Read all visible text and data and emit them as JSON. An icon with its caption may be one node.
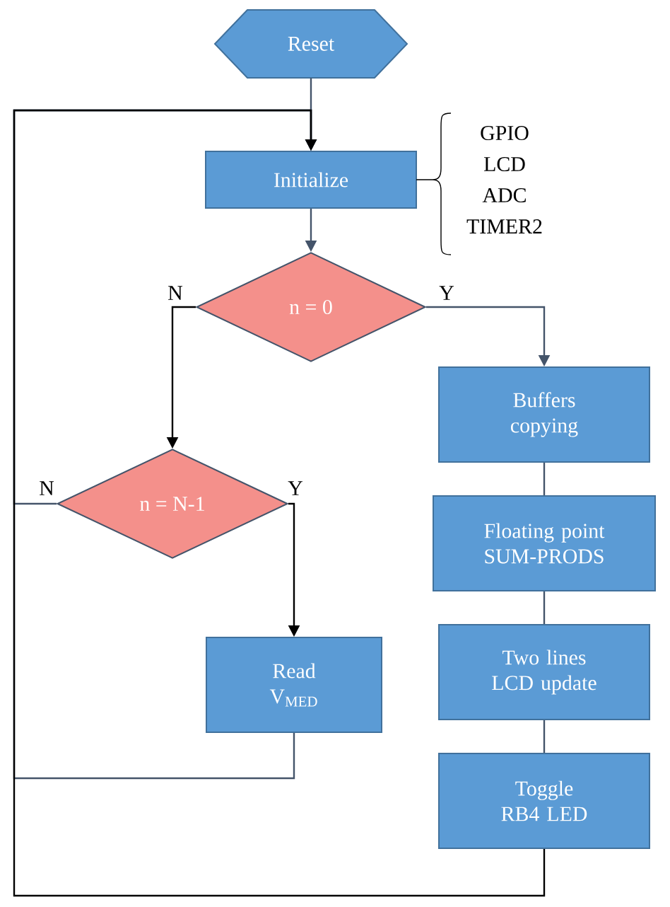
{
  "diagram": {
    "nodes": [
      {
        "text": [
          "Reset"
        ]
      },
      {
        "text": [
          "Initialize"
        ],
        "beside": [
          "GPIO",
          "LCD",
          "ADC",
          "TIMER2"
        ]
      },
      {
        "text": [
          "n = 0"
        ]
      },
      {
        "text": [
          "n = N-1"
        ]
      },
      {
        "text": [
          "Read V$_{MED}$"
        ]
      },
      {
        "text": [
          "Buffers copying"
        ]
      },
      {
        "text": [
          "Floating point SUM-PRODS"
        ]
      },
      {
        "text": [
          "Two lines LCD update"
        ]
      },
      {
        "text": [
          "Toggle RB4 LED"
        ]
      }
    ],
    "edges": [
      {
        "from": 0,
        "to": 1,
        "arrow": "to"
      },
      {
        "from": 1,
        "to": 2,
        "arrow": "to"
      },
      {
        "from": 2,
        "to": 5,
        "arrow": "to",
        "label": "Y"
      },
      {
        "from": 2,
        "to": 3,
        "arrow": "to",
        "label": "N",
        "color": "#000000"
      },
      {
        "from": 3,
        "to": 4,
        "arrow": "to",
        "label": "Y",
        "color": "#000000"
      },
      {
        "from": 3,
        "to": 1,
        "arrow": "to",
        "label": "N"
      },
      {
        "from": 4,
        "to": 1,
        "arrow": "to"
      },
      {
        "from": 5,
        "to": 6,
        "arrow": "none"
      },
      {
        "from": 6,
        "to": 7,
        "arrow": "none"
      },
      {
        "from": 7,
        "to": 8,
        "arrow": "none"
      },
      {
        "from": 8,
        "to": 1,
        "arrow": "to",
        "color": "#000000"
      }
    ]
  }
}
